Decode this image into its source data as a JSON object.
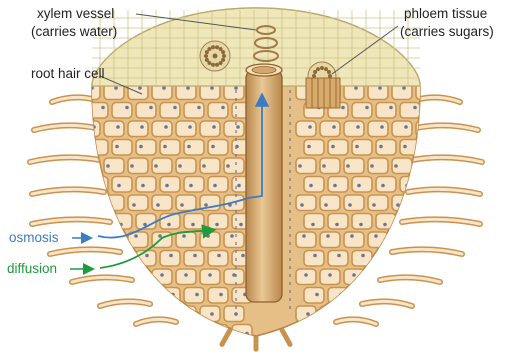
{
  "labels": {
    "xylem": "xylem vessel",
    "xylem_sub": "(carries water)",
    "phloem": "phloem tissue",
    "phloem_sub": "(carries sugars)",
    "root_hair": "root hair cell",
    "osmosis": "osmosis",
    "diffusion": "diffusion"
  },
  "colors": {
    "cap": "#efe7b9",
    "cap_line": "#b7ab6e",
    "cell_fill": "#f8e4c6",
    "cell_wall": "#c9934f",
    "tissue_bg": "#e6bf86",
    "vessel": "#cfa168",
    "vessel_light": "#e8c795",
    "nucleus": "#6e7590",
    "osmosis": "#3c7cc3",
    "diffusion": "#1f9a3c",
    "text": "#222222"
  }
}
